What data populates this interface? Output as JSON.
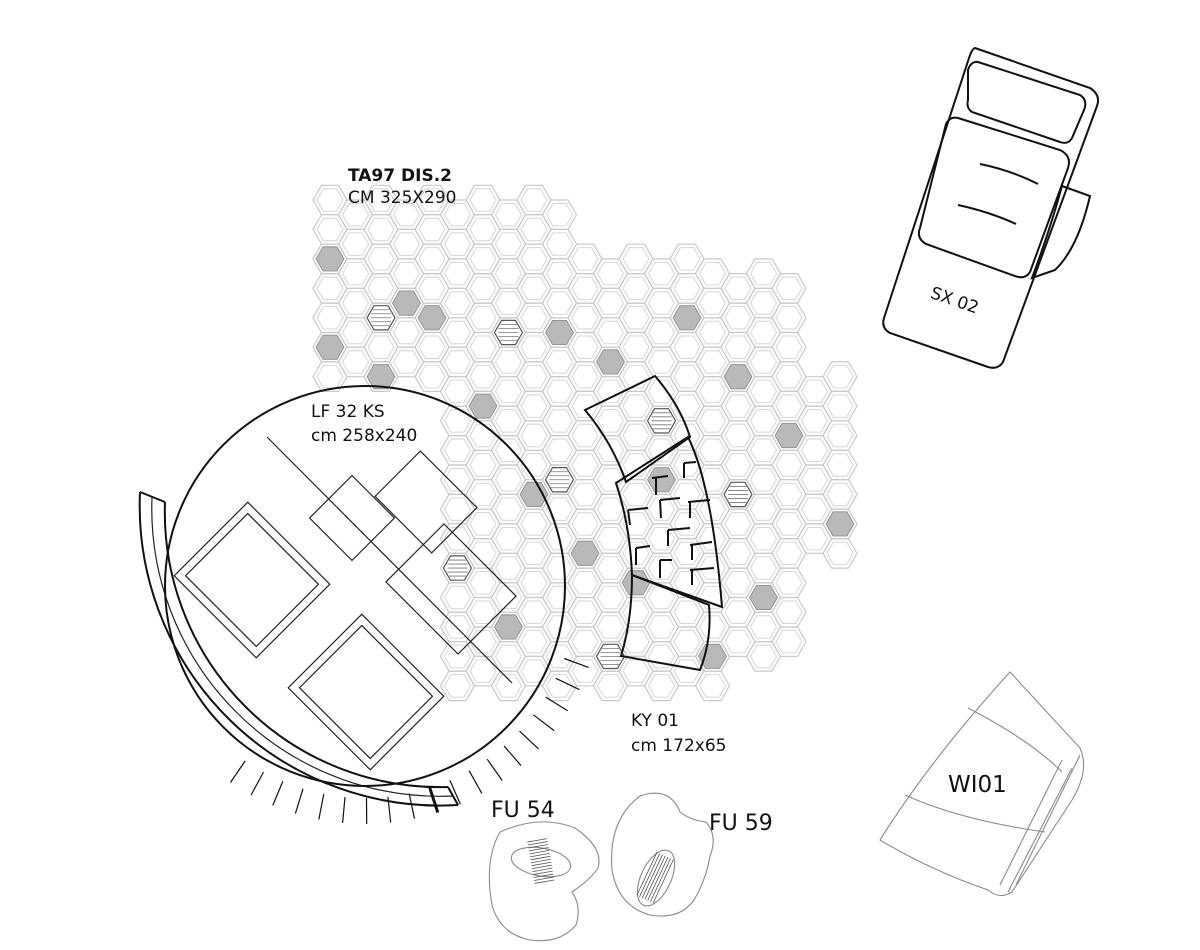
{
  "rug": {
    "code": "TA97 DIS.2",
    "size": "CM 325X290"
  },
  "table": {
    "code": "LF 32 KS",
    "size": "cm 258x240"
  },
  "bench": {
    "code": "KY 01",
    "size": "cm 172x65"
  },
  "lounger": {
    "code": "SX 02"
  },
  "stool_a": {
    "code": "FU 54"
  },
  "stool_b": {
    "code": "FU 59"
  },
  "chair": {
    "code": "WI01"
  }
}
